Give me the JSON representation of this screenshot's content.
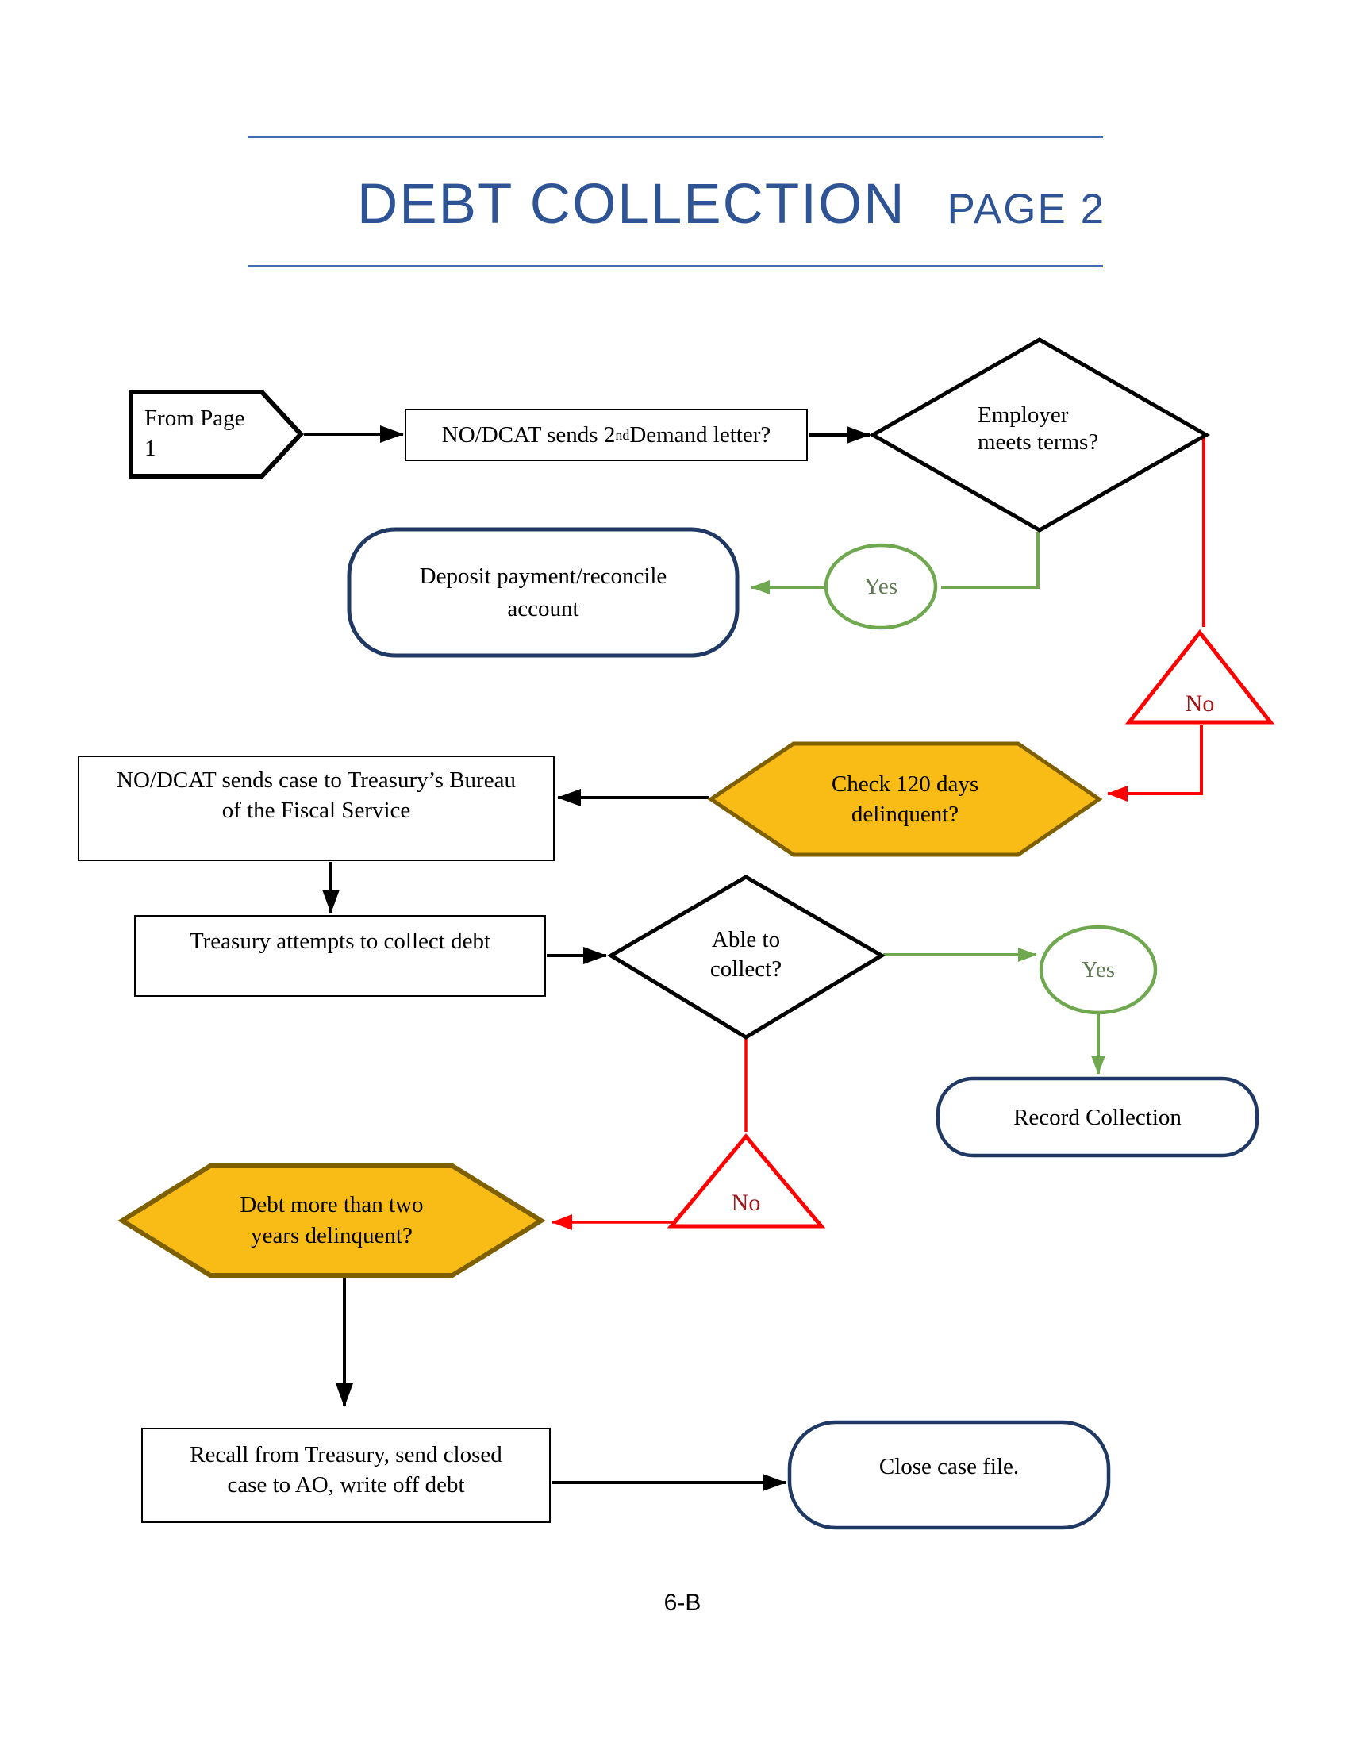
{
  "title": {
    "main": "DEBT COLLECTION",
    "page": "PAGE 2"
  },
  "page_number": "6-B",
  "colors": {
    "title_blue": "#2F5496",
    "rule_blue": "#426CB4",
    "navy_border": "#203864",
    "green_line": "#6FA84F",
    "green_text": "#5F7A52",
    "red_line": "#FF0000",
    "red_text": "#A01515",
    "gold_fill": "#F9BC16",
    "gold_border": "#7F6000",
    "black": "#000000"
  },
  "nodes": {
    "from_page": {
      "label": "From Page\n1"
    },
    "demand_letter": {
      "pre": "NO/DCAT sends 2",
      "sup": "nd",
      "post": " Demand letter?"
    },
    "employer_terms": {
      "label": "Employer\nmeets terms?"
    },
    "yes1": {
      "label": "Yes"
    },
    "no1": {
      "label": "No"
    },
    "deposit": {
      "label": "Deposit payment/reconcile\naccount"
    },
    "check_120": {
      "label": "Check 120 days\ndelinquent?"
    },
    "treasury_bureau": {
      "label": "NO/DCAT sends case to Treasury’s Bureau\nof the Fiscal Service"
    },
    "treasury_attempts": {
      "label": "Treasury attempts to collect debt"
    },
    "able_collect": {
      "label": "Able to\ncollect?"
    },
    "yes2": {
      "label": "Yes"
    },
    "record_collection": {
      "label": "Record Collection"
    },
    "no2": {
      "label": "No"
    },
    "debt_two_years": {
      "label": "Debt more than two\nyears delinquent?"
    },
    "recall_treasury": {
      "label": "Recall from Treasury, send closed\ncase to AO, write off debt"
    },
    "close_case": {
      "label": "Close case file."
    }
  }
}
